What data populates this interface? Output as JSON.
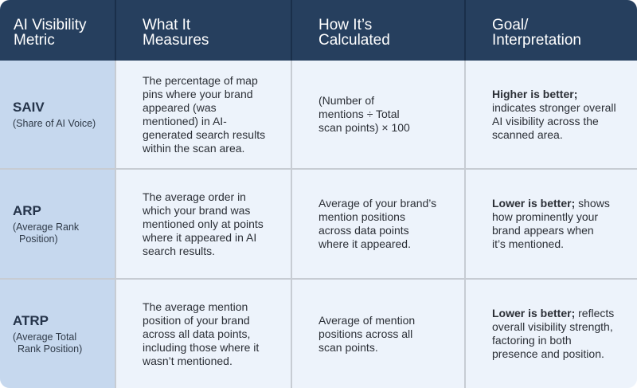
{
  "headers": [
    [
      "AI Visibility",
      "Metric"
    ],
    [
      "What It",
      "Measures"
    ],
    [
      "How It’s",
      "Calculated"
    ],
    [
      "Goal/",
      "Interpretation"
    ]
  ],
  "rows": [
    {
      "metric": "SAIV",
      "metric_full": [
        "(Share of AI Voice)"
      ],
      "measures": [
        "The percentage of map",
        "pins where your brand",
        "appeared (was",
        "mentioned) in AI-",
        "generated search results",
        "within the scan area."
      ],
      "calculated": [
        "(Number of",
        "mentions ÷ Total",
        "scan points) × 100"
      ],
      "goal_strong": "Higher is better;",
      "goal": [
        "indicates stronger overall",
        "AI visibility across the",
        "scanned area."
      ]
    },
    {
      "metric": "ARP",
      "metric_full": [
        "(Average Rank",
        "Position)"
      ],
      "measures": [
        "The average order in",
        "which your brand was",
        "mentioned only at points",
        "where it appeared in AI",
        "search results."
      ],
      "calculated": [
        "Average of your brand’s",
        "mention positions",
        "across data points",
        "where it appeared."
      ],
      "goal_strong": "Lower is better;",
      "goal": [
        " shows",
        "how prominently your",
        "brand appears when",
        "it’s mentioned."
      ]
    },
    {
      "metric": "ATRP",
      "metric_full": [
        "(Average Total",
        "Rank Position)"
      ],
      "measures": [
        "The average mention",
        "position of your brand",
        "across all data points,",
        "including those where it",
        "wasn’t mentioned."
      ],
      "calculated": [
        "Average of mention",
        "positions across all",
        "scan points."
      ],
      "goal_strong": "Lower is better;",
      "goal": [
        " reflects",
        "overall visibility strength,",
        "factoring in both",
        "presence and position."
      ]
    }
  ]
}
